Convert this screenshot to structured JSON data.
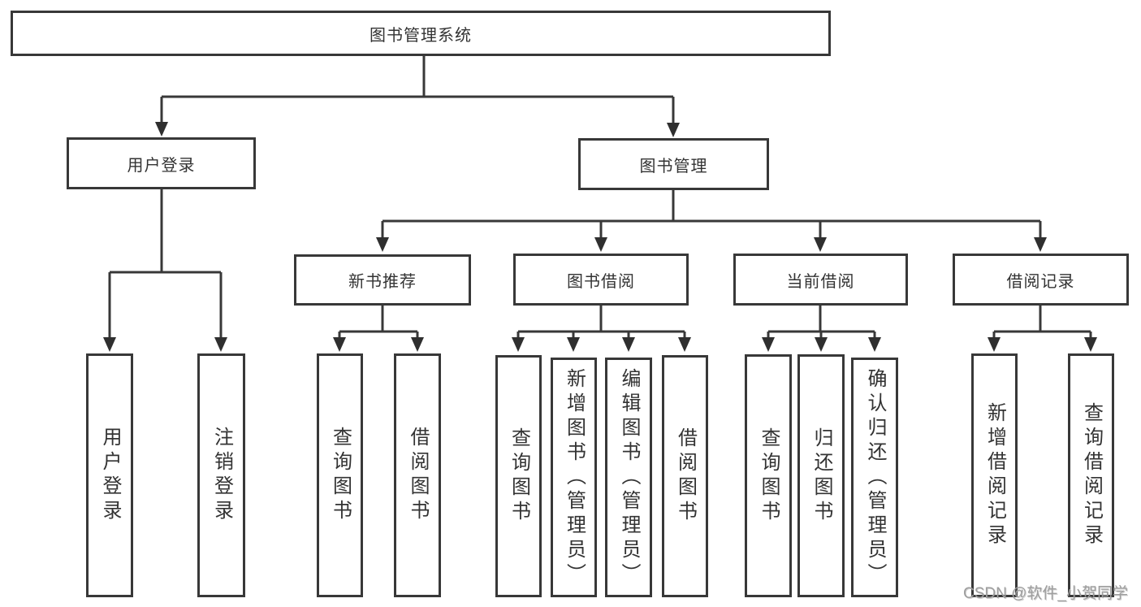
{
  "diagram": {
    "root": {
      "label": "图书管理系统"
    },
    "user_login": {
      "label": "用户登录",
      "children": {
        "login": "用户登录",
        "logout": "注销登录"
      }
    },
    "book_management": {
      "label": "图书管理",
      "children": {
        "new_book_rec": {
          "label": "新书推荐",
          "children": {
            "query_books": "查询图书",
            "borrow_books": "借阅图书"
          }
        },
        "book_borrow": {
          "label": "图书借阅",
          "children": {
            "query_books": "查询图书",
            "add_books": "新增图书（管理员）",
            "edit_books": "编辑图书（管理员）",
            "borrow_books": "借阅图书"
          }
        },
        "current_borrow": {
          "label": "当前借阅",
          "children": {
            "query_books": "查询图书",
            "return_books": "归还图书",
            "confirm_return": "确认归还（管理员）"
          }
        },
        "borrow_records": {
          "label": "借阅记录",
          "children": {
            "add_record": "新增借阅记录",
            "query_record": "查询借阅记录"
          }
        }
      }
    }
  },
  "watermark": {
    "text": "CSDN @软件_小贺同学"
  },
  "colors": {
    "line": "#383838",
    "text": "#333333",
    "watermark": "#9e9e9e",
    "background": "#ffffff"
  }
}
